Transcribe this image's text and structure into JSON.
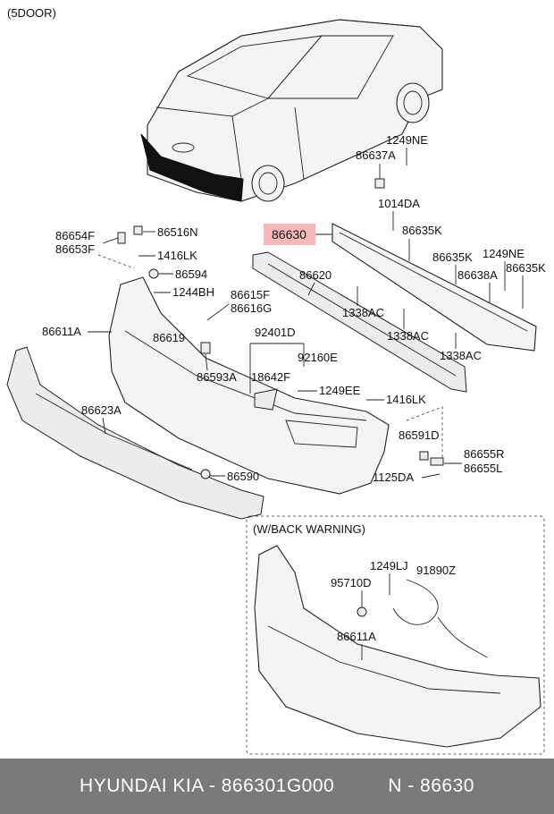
{
  "variant": "(5DOOR)",
  "inset_title": "(W/BACK WARNING)",
  "highlight_color": "#f6b8b8",
  "parts": {
    "p1249NE_top": "1249NE",
    "p86637A": "86637A",
    "p1014DA": "1014DA",
    "p86630": "86630",
    "p86635K_a": "86635K",
    "p86635K_b": "86635K",
    "p1249NE_r": "1249NE",
    "p86638A": "86638A",
    "p86635K_c": "86635K",
    "p86620": "86620",
    "p1338AC_a": "1338AC",
    "p1338AC_b": "1338AC",
    "p1338AC_c": "1338AC",
    "p86654F": "86654F",
    "p86653F": "86653F",
    "p86516N": "86516N",
    "p1416LK_a": "1416LK",
    "p86594": "86594",
    "p1244BH": "1244BH",
    "p86615F": "86615F",
    "p86616G": "86616G",
    "p86611A": "86611A",
    "p86619": "86619",
    "p86593A": "86593A",
    "p92401D": "92401D",
    "p92160E": "92160E",
    "p18642F": "18642F",
    "p1249EE": "1249EE",
    "p1416LK_b": "1416LK",
    "p86623A": "86623A",
    "p86590": "86590",
    "p86591D": "86591D",
    "p86655R": "86655R",
    "p86655L": "86655L",
    "p1125DA": "1125DA",
    "p1249LJ": "1249LJ",
    "p91890Z": "91890Z",
    "p95710D": "95710D",
    "p86611A_inset": "86611A"
  },
  "footer": {
    "left": "HYUNDAI  KIA - 866301G000",
    "right": "N - 86630"
  }
}
